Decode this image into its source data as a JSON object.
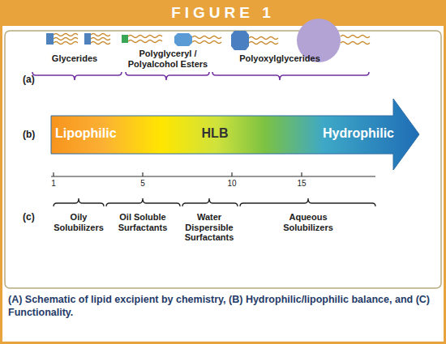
{
  "diagram": {
    "title": "FIGURE 1",
    "caption": "(A) Schematic of lipid excipient by chemistry, (B) Hydrophilic/lipophilic balance, and (C) Functionality.",
    "nodes": [
      {
        "text": [
          "Lipophilic",
          "HLB",
          "Hydrophilic"
        ]
      }
    ],
    "labels": [
      "(a)",
      "Glycerides",
      "Polyglyceryl / Polyalcohol Esters",
      "Polyoxylglycerides",
      "(b)",
      "1",
      "5",
      "10",
      "15",
      "(c)",
      "Oily Solubilizers",
      "Oil Soluble Surfactants",
      "Water Dispersible Surfactants",
      "Aqueous Solubilizers"
    ]
  }
}
